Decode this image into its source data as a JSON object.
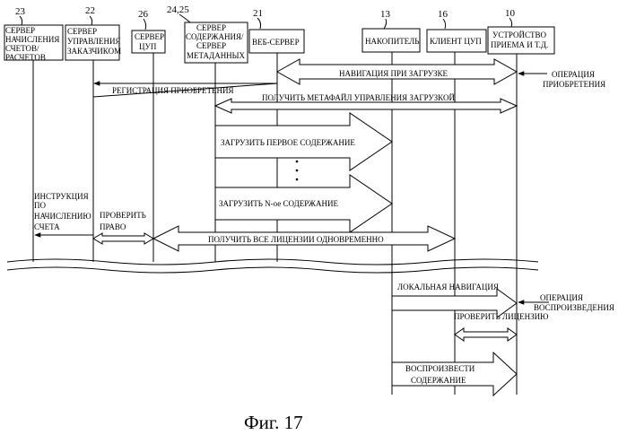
{
  "entities": [
    {
      "num": "23",
      "label": [
        "СЕРВЕР",
        "НАЧИСЛЕНИЯ",
        "СЧЕТОВ/",
        "РАСЧЕТОВ"
      ]
    },
    {
      "num": "22",
      "label": [
        "СЕРВЕР",
        "УПРАВЛЕНИЯ",
        "ЗАКАЗЧИКОМ"
      ]
    },
    {
      "num": "26",
      "label": [
        "СЕРВЕР",
        "ЦУП"
      ]
    },
    {
      "num": "24,25",
      "label": [
        "СЕРВЕР",
        "СОДЕРЖАНИЯ/",
        "СЕРВЕР",
        "МЕТАДАННЫХ"
      ]
    },
    {
      "num": "21",
      "label": [
        "ВЕБ-СЕРВЕР"
      ]
    },
    {
      "num": "13",
      "label": [
        "НАКОПИТЕЛЬ"
      ]
    },
    {
      "num": "16",
      "label": [
        "КЛИЕНТ ЦУП"
      ]
    },
    {
      "num": "10",
      "label": [
        "УСТРОЙСТВО",
        "ПРИЕМА И Т.Д."
      ]
    }
  ],
  "messages": {
    "nav_on_download": "НАВИГАЦИЯ ПРИ ЗАГРУЗКЕ",
    "purchase_op": [
      "ОПЕРАЦИЯ",
      "ПРИОБРЕТЕНИЯ"
    ],
    "purchase_reg": "РЕГИСТРАЦИЯ ПРИОБРЕТЕНИЯ",
    "get_metafile": "ПОЛУЧИТЬ МЕТАФАЙЛ УПРАВЛЕНИЯ ЗАГРУЗКОЙ",
    "load_first": "ЗАГРУЗИТЬ ПЕРВОЕ СОДЕРЖАНИЕ",
    "load_nth": "ЗАГРУЗИТЬ N-ое СОДЕРЖАНИЕ",
    "billing_instr": [
      "ИНСТРУКЦИЯ",
      "ПО",
      "НАЧИСЛЕНИЮ",
      "СЧЕТА"
    ],
    "check_right": [
      "ПРОВЕРИТЬ",
      "ПРАВО"
    ],
    "get_all_licenses": "ПОЛУЧИТЬ ВСЕ ЛИЦЕНЗИИ ОДНОВРЕМЕННО",
    "local_nav": "ЛОКАЛЬНАЯ НАВИГАЦИЯ",
    "play_op": [
      "ОПЕРАЦИЯ",
      "ВОСПРОИЗВЕДЕНИЯ"
    ],
    "check_license": "ПРОВЕРИТЬ ЛИЦЕНЗИЮ",
    "play_content": [
      "ВОСПРОИЗВЕСТИ",
      "СОДЕРЖАНИЕ"
    ]
  },
  "caption": "Фиг. 17"
}
